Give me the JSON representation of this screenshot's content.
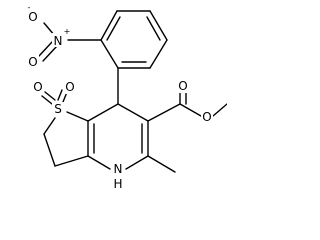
{
  "structure": {
    "atoms": {
      "nitro_o_minus": "O",
      "nitro_minus_sign": "-",
      "nitro_n": "N",
      "nitro_plus_sign": "+",
      "nitro_o_double": "O",
      "sulfone_o_left": "O",
      "sulfone_o_right": "O",
      "sulfur": "S",
      "ester_o_carbonyl": "O",
      "ester_o_ether": "O",
      "amine_n": "N",
      "amine_h": "H"
    }
  }
}
